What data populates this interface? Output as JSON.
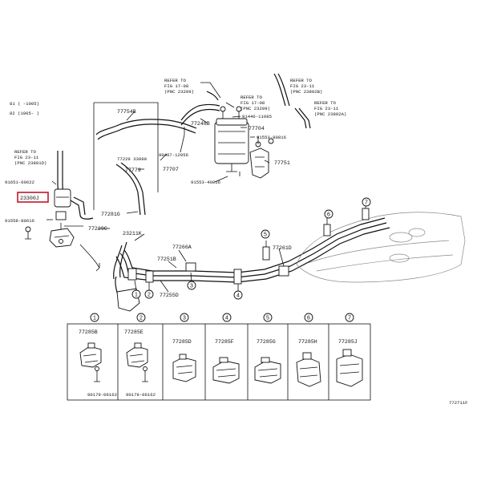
{
  "header_codes": [
    "81 (  -1005)",
    "82 (1005-  )"
  ],
  "refs": {
    "top_center": [
      "REFER TO",
      "FIG 17-08",
      "(PNC 23209)"
    ],
    "mid_center": [
      "REFER TO",
      "FIG 17-08",
      "(PNC 23209)"
    ],
    "top_right": [
      "REFER TO",
      "FIG 23-11",
      "(PNC 23802B)"
    ],
    "right": [
      "REFER TO",
      "FIG 23-11",
      "(PNC 23802A)"
    ],
    "left": [
      "REFER TO",
      "FIG 23-11",
      "(PNC 23801D)"
    ]
  },
  "callouts": {
    "p77754b": "77754B",
    "p77248b": "77248B",
    "p77704": "77704",
    "p91446_11085": "91446-11085",
    "p91553_80816": "91553-80816",
    "p77751": "77751",
    "p91553_40816": "91553-40816",
    "p77707": "77707",
    "p90467_12056": "90467-12056",
    "p77229_33090": "77229 33090",
    "p77779": "77779",
    "p77281g": "77281G",
    "p91651_60622": "91651-60622",
    "p23300j": "23300J",
    "p91558_80616": "91558-80616",
    "p77229c": "77229C",
    "p23211k": "23211K",
    "p77266a": "77266A",
    "p77251b": "77251B",
    "p77255d": "77255D",
    "p77261d": "77261D"
  },
  "circle_numbers": [
    "1",
    "2",
    "3",
    "4",
    "5",
    "6",
    "7"
  ],
  "legend": [
    {
      "num": "1",
      "part": "77285B",
      "sub": "90179-06162"
    },
    {
      "num": "2",
      "part": "77285E",
      "sub": "90179-06162"
    },
    {
      "num": "3",
      "part": "77285D",
      "sub": ""
    },
    {
      "num": "4",
      "part": "77285F",
      "sub": ""
    },
    {
      "num": "5",
      "part": "77285G",
      "sub": ""
    },
    {
      "num": "6",
      "part": "77285H",
      "sub": ""
    },
    {
      "num": "7",
      "part": "77285J",
      "sub": ""
    }
  ],
  "figure_code": "772711F",
  "highlight_color": "#c0182c"
}
